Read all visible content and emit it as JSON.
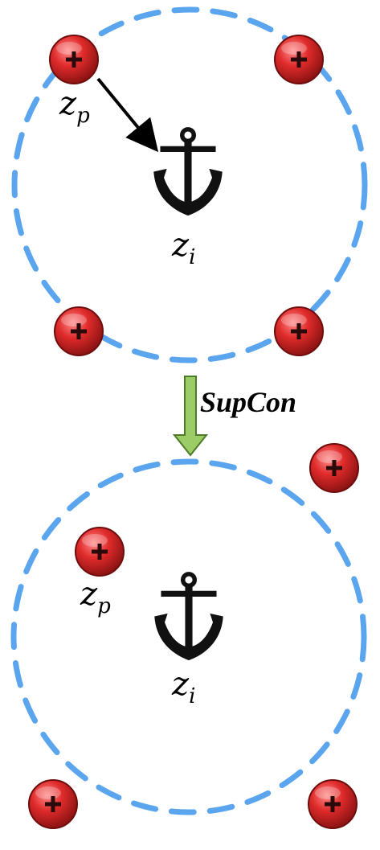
{
  "colors": {
    "boundary": "#5aa5ee",
    "positive_fill": "#e02b2b",
    "positive_dark": "#8a1212",
    "arrow_black": "#000000",
    "arrow_green": "#9ccc65",
    "anchor": "#111111"
  },
  "icons": {
    "positive_sample": "plus-circle-icon",
    "anchor_sample": "anchor-icon"
  },
  "top_panel": {
    "positive_label": "z",
    "positive_label_sub": "p",
    "anchor_label": "z",
    "anchor_label_sub": "i"
  },
  "transition": {
    "method_label": "SupCon"
  },
  "bottom_panel": {
    "positive_label": "z",
    "positive_label_sub": "p",
    "anchor_label": "z",
    "anchor_label_sub": "i"
  }
}
